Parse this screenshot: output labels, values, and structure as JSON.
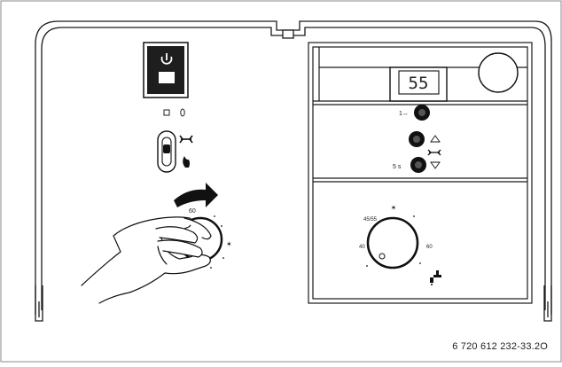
{
  "figure": {
    "code": "6 720 612 232-33.2O"
  },
  "display": {
    "readout": "55"
  },
  "panel": {
    "btn_top_label": "1↔",
    "btn_bottom_label": "5 s",
    "dial_top": "✶",
    "dial_upper_left": "45/55",
    "dial_left": "40",
    "dial_right": "60",
    "left_dial_top": "60",
    "left_dial_right": "✶"
  },
  "icons": {
    "power": "power-icon",
    "tap": "tap-icon",
    "radiator": "radiator-icon",
    "spanner": "spanner-icon",
    "flame": "flame-icon",
    "arrow": "rotate-arrow-icon",
    "up": "up-triangle-icon",
    "down": "down-triangle-icon"
  }
}
